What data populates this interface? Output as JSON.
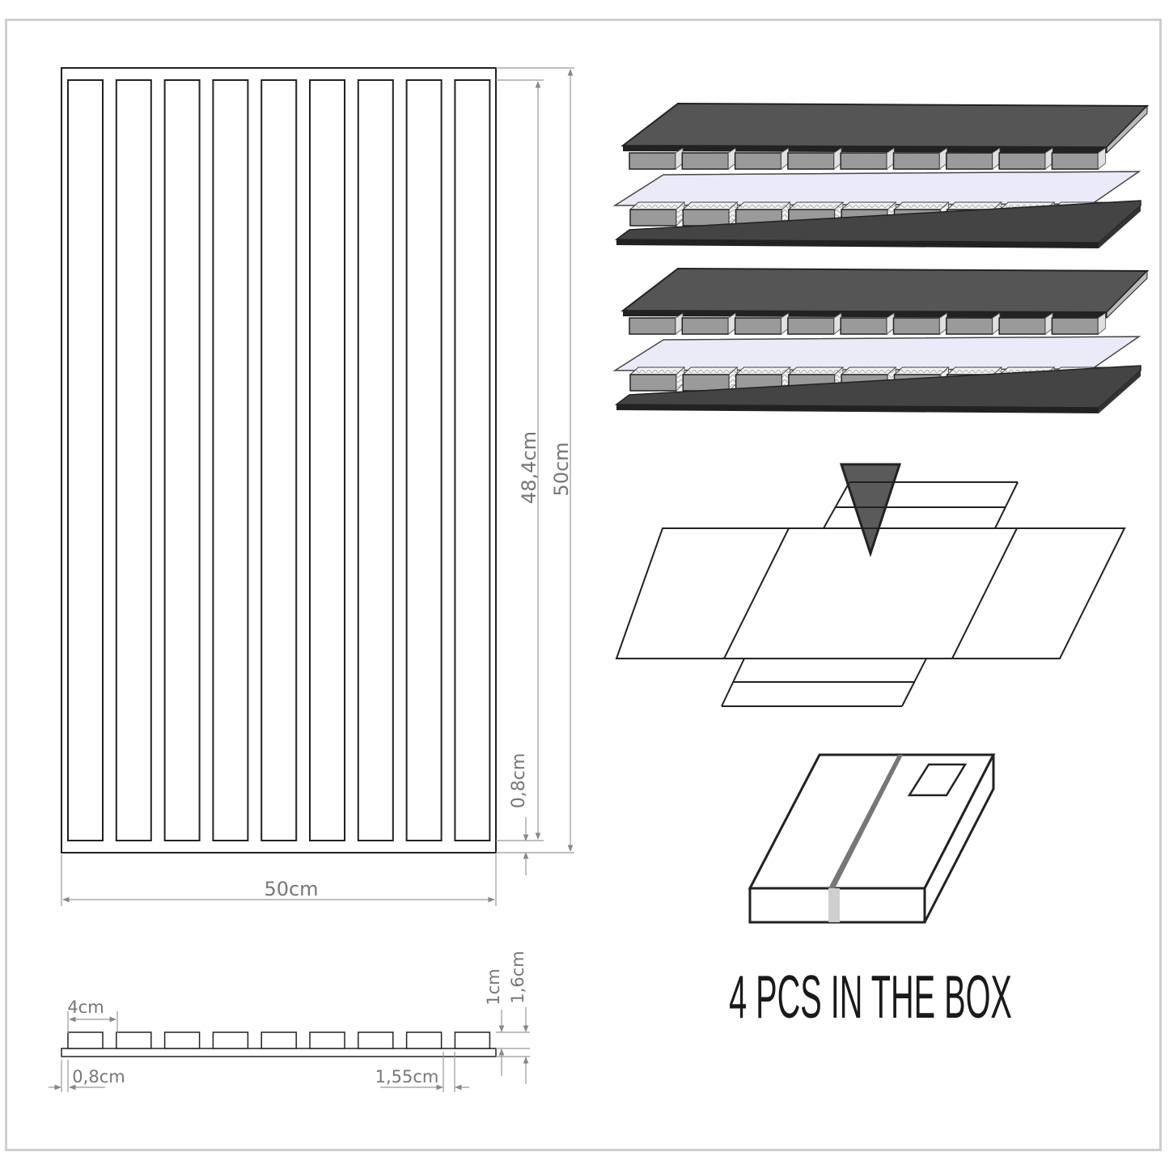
{
  "top_view": {
    "width_label": "50cm",
    "height_outer_label": "50cm",
    "height_inner_label": "48,4cm",
    "border_label": "0,8cm"
  },
  "side_view": {
    "strip_width_label": "4cm",
    "edge_label": "0,8cm",
    "gap_label": "1,55cm",
    "strip_height_label": "1cm",
    "total_height_label": "1,6cm"
  },
  "caption": "4 PCS IN THE BOX",
  "colors": {
    "dark_panel": "#555555",
    "strip_gray": "#9a9a9a",
    "film": "#e8e8f8",
    "dim_line": "#999999",
    "arrow": "#5a5a5a"
  }
}
